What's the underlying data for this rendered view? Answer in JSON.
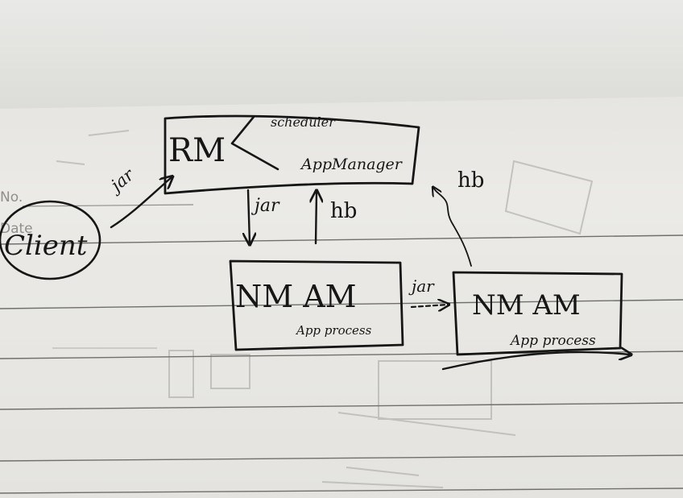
{
  "paper": {
    "printed_labels": {
      "no": "No.",
      "date": "Date"
    }
  },
  "sketch": {
    "client": "Client",
    "rm": {
      "label": "RM",
      "components": [
        "scheduler",
        "AppManager"
      ]
    },
    "rm_to_nm_arrow_label": "jar",
    "client_to_rm_label": "jar",
    "heartbeat_up_label": "hb",
    "heartbeat_right_label": "hb",
    "node_left": {
      "label": "NM AM",
      "sub": "App process"
    },
    "node_right": {
      "label": "NM AM",
      "sub": "App process"
    },
    "node_to_node_label": "jar"
  },
  "colors": {
    "paper": "#e9e8e3",
    "ink": "#161616",
    "ruled_line": "#6f6f6d",
    "show_through": "#b3b2ae"
  }
}
